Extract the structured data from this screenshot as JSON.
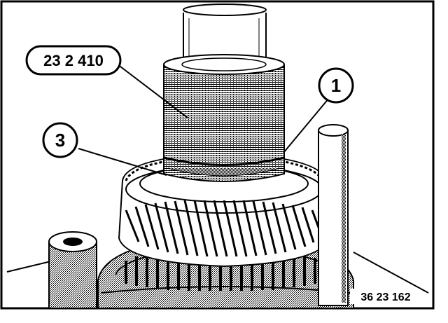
{
  "figure": {
    "tool_label": "23 2 410",
    "callout_1": "1",
    "callout_3": "3",
    "figure_number": "36 23 162"
  },
  "colors": {
    "ink": "#000000",
    "paper": "#ffffff",
    "shade": "#bdbdbd",
    "dark_shade": "#7a7a7a"
  }
}
